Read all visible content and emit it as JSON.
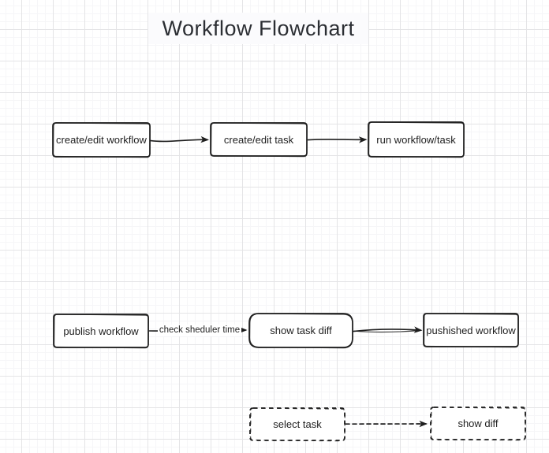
{
  "title": "Workflow Flowchart",
  "colors": {
    "stroke": "#1e1e1e",
    "node_fill": "#ffffff",
    "text": "#1e1e1e",
    "title_text": "#2b2e33",
    "title_background": "#fbfbfd",
    "background": "#ffffff",
    "grid_major": "#e4e4e6",
    "grid_minor": "#f6f6f8"
  },
  "nodes": [
    {
      "id": "create-edit-workflow",
      "label": "create/edit workflow",
      "shape": "rectangle",
      "border": "solid"
    },
    {
      "id": "create-edit-task",
      "label": "create/edit task",
      "shape": "rectangle",
      "border": "solid"
    },
    {
      "id": "run-workflow-task",
      "label": "run workflow/task",
      "shape": "rectangle",
      "border": "solid"
    },
    {
      "id": "publish-workflow",
      "label": "publish workflow",
      "shape": "rectangle",
      "border": "solid"
    },
    {
      "id": "show-task-diff",
      "label": "show task diff",
      "shape": "rounded-rectangle",
      "border": "solid"
    },
    {
      "id": "pushished-workflow",
      "label": "pushished workflow",
      "shape": "rectangle",
      "border": "solid"
    },
    {
      "id": "select-task",
      "label": "select task",
      "shape": "rectangle",
      "border": "dashed"
    },
    {
      "id": "show-diff",
      "label": "show diff",
      "shape": "rectangle",
      "border": "dashed"
    }
  ],
  "edges": [
    {
      "from": "create-edit-workflow",
      "to": "create-edit-task",
      "style": "solid",
      "label": ""
    },
    {
      "from": "create-edit-task",
      "to": "run-workflow-task",
      "style": "solid",
      "label": ""
    },
    {
      "from": "publish-workflow",
      "to": "show-task-diff",
      "style": "solid",
      "label": "check sheduler time"
    },
    {
      "from": "show-task-diff",
      "to": "pushished-workflow",
      "style": "solid",
      "label": ""
    },
    {
      "from": "select-task",
      "to": "show-diff",
      "style": "dashed",
      "label": ""
    }
  ]
}
